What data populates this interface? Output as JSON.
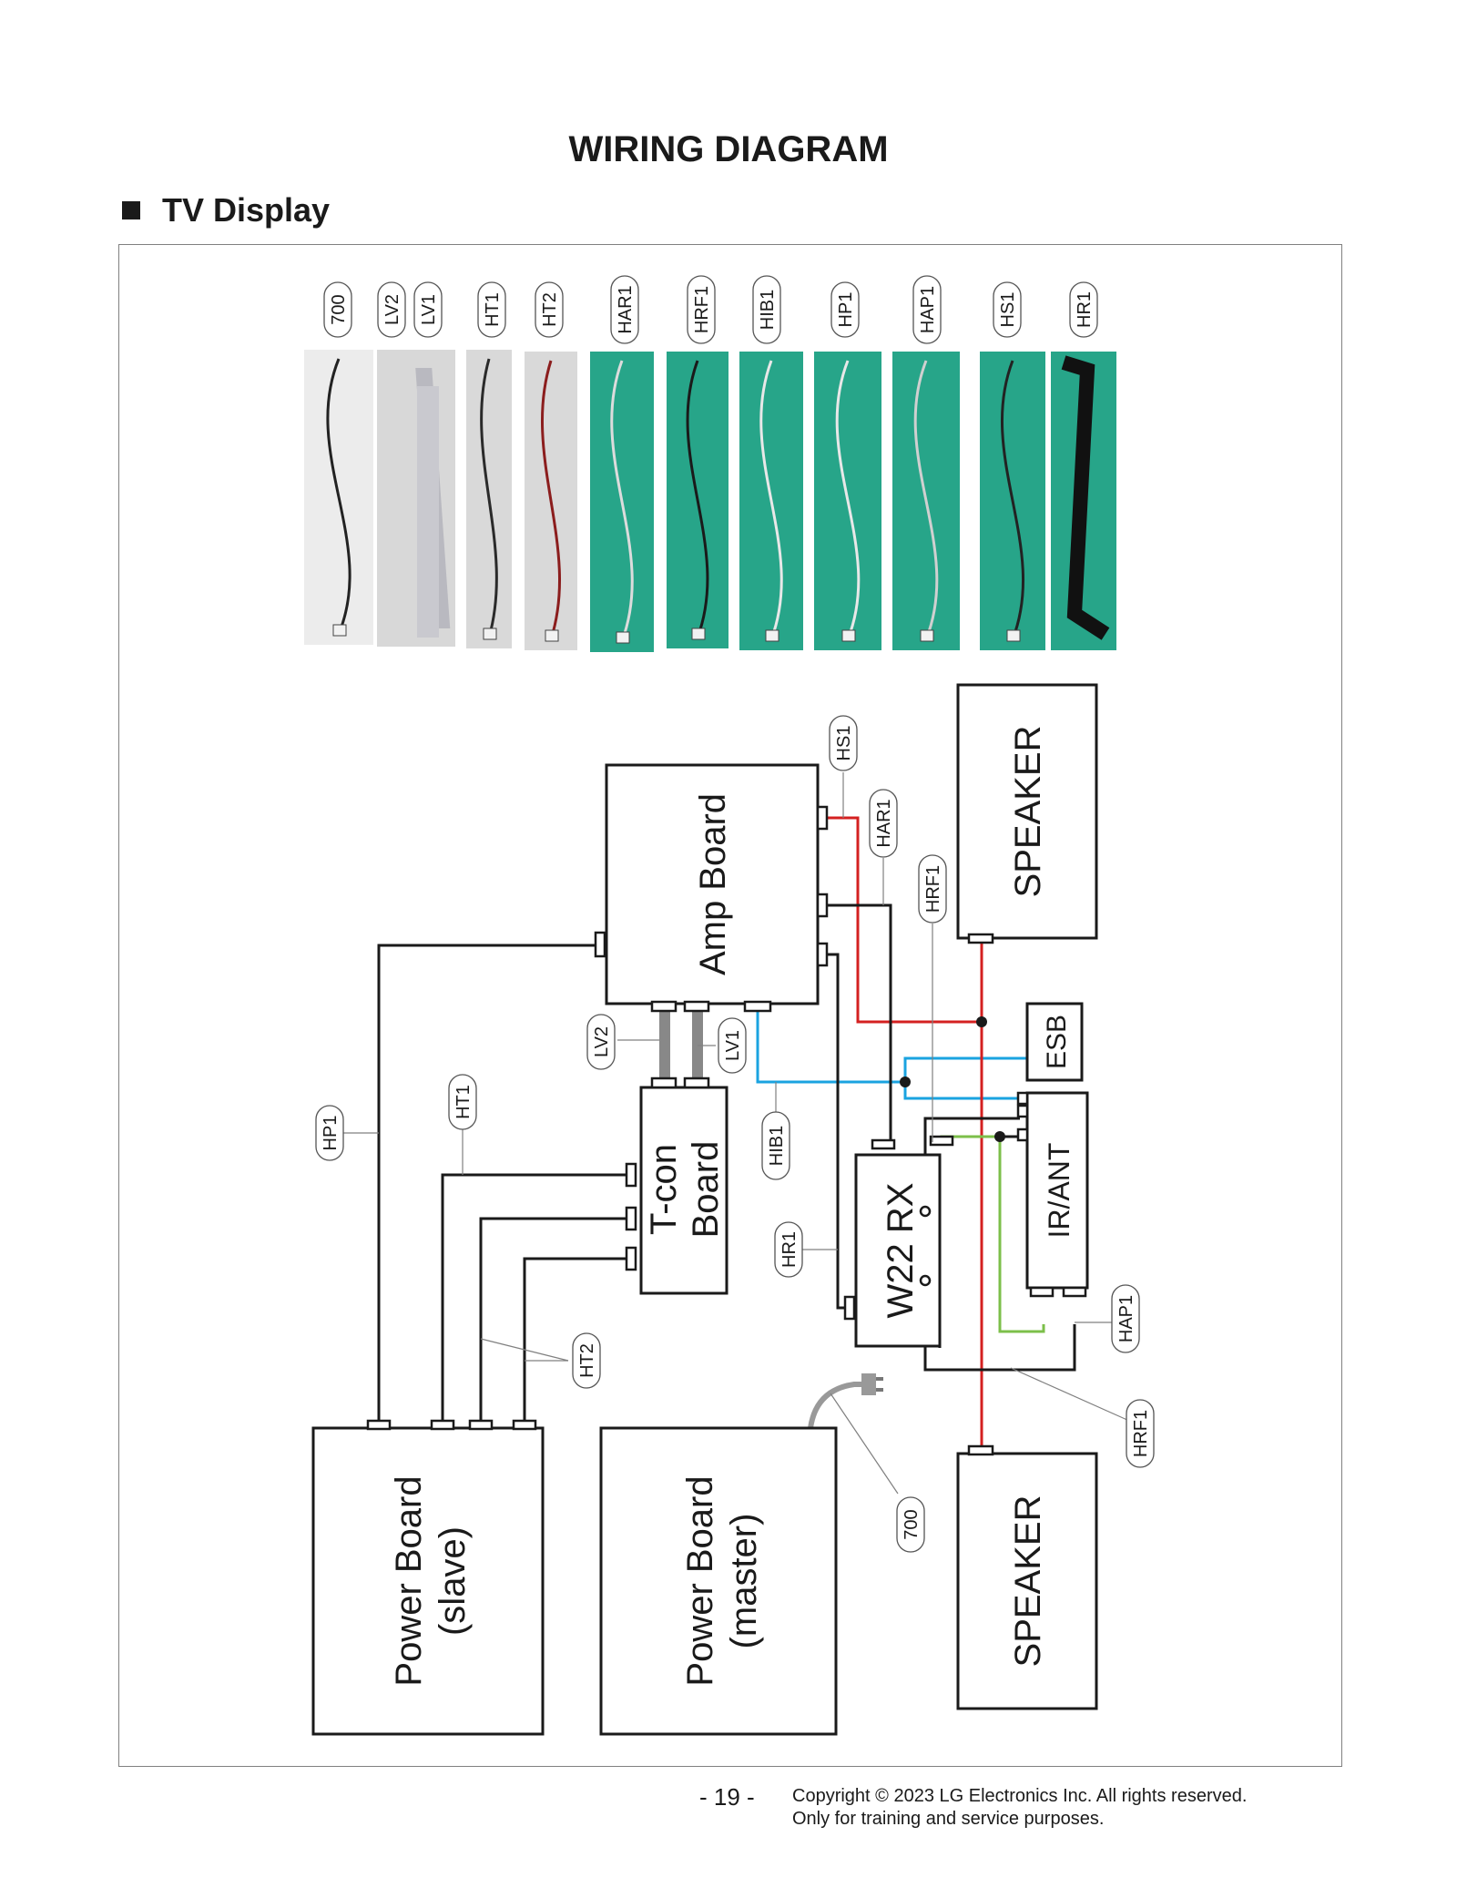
{
  "page_title": "WIRING DIAGRAM",
  "section": {
    "bullet_icon": "square-bullet-icon",
    "title": "TV Display"
  },
  "cable_labels": [
    "700",
    "LV2",
    "LV1",
    "HT1",
    "HT2",
    "HAR1",
    "HRF1",
    "HIB1",
    "HP1",
    "HAP1",
    "HS1",
    "HR1"
  ],
  "cable_photos": [
    {
      "id": "700",
      "background": "#ececec",
      "cable_color": "#222222"
    },
    {
      "id": "LV2/LV1",
      "background": "#d8d8d8",
      "cable_color": "#b9b9c0"
    },
    {
      "id": "HT1",
      "background": "#d9d9d9",
      "cable_color": "#2a2a2a"
    },
    {
      "id": "HT2",
      "background": "#d9d9d9",
      "cable_color": "#8b1d1d"
    },
    {
      "id": "HAR1",
      "background": "#27a589",
      "cable_color": "#dcdcdc"
    },
    {
      "id": "HRF1",
      "background": "#27a589",
      "cable_color": "#1a1a1a"
    },
    {
      "id": "HIB1",
      "background": "#27a589",
      "cable_color": "#e8e8e8"
    },
    {
      "id": "HP1",
      "background": "#27a589",
      "cable_color": "#e8e8e8"
    },
    {
      "id": "HAP1",
      "background": "#27a589",
      "cable_color": "#d0d0d0"
    },
    {
      "id": "HS1",
      "background": "#27a589",
      "cable_color": "#222222"
    },
    {
      "id": "HR1",
      "background": "#27a589",
      "cable_color": "#111111"
    }
  ],
  "boards": {
    "amp": "Amp Board",
    "tcon_line1": "T-con",
    "tcon_line2": "Board",
    "speaker_top": "SPEAKER",
    "speaker_bottom": "SPEAKER",
    "esb": "ESB",
    "ir_ant": "IR/ANT",
    "w22rx": "W22 RX",
    "power_slave_line1": "Power Board",
    "power_slave_line2": "(slave)",
    "power_master_line1": "Power Board",
    "power_master_line2": "(master)"
  },
  "callouts": {
    "hs1": "HS1",
    "har1": "HAR1",
    "hrf1_top": "HRF1",
    "lv2": "LV2",
    "lv1": "LV1",
    "hib1": "HIB1",
    "hp1": "HP1",
    "ht1": "HT1",
    "hr1": "HR1",
    "hap1": "HAP1",
    "ht2": "HT2",
    "hrf1_bottom": "HRF1",
    "c700": "700"
  },
  "colors": {
    "red_wire": "#d42020",
    "blue_wire": "#1aa3e0",
    "green_wire": "#7cbf4a",
    "gray_wire": "#888888",
    "black_wire": "#1a1a1a"
  },
  "footer": {
    "page_number": "- 19 -",
    "copyright": "Copyright © 2023 LG Electronics Inc. All rights reserved.",
    "notice": "Only for training and service purposes."
  }
}
